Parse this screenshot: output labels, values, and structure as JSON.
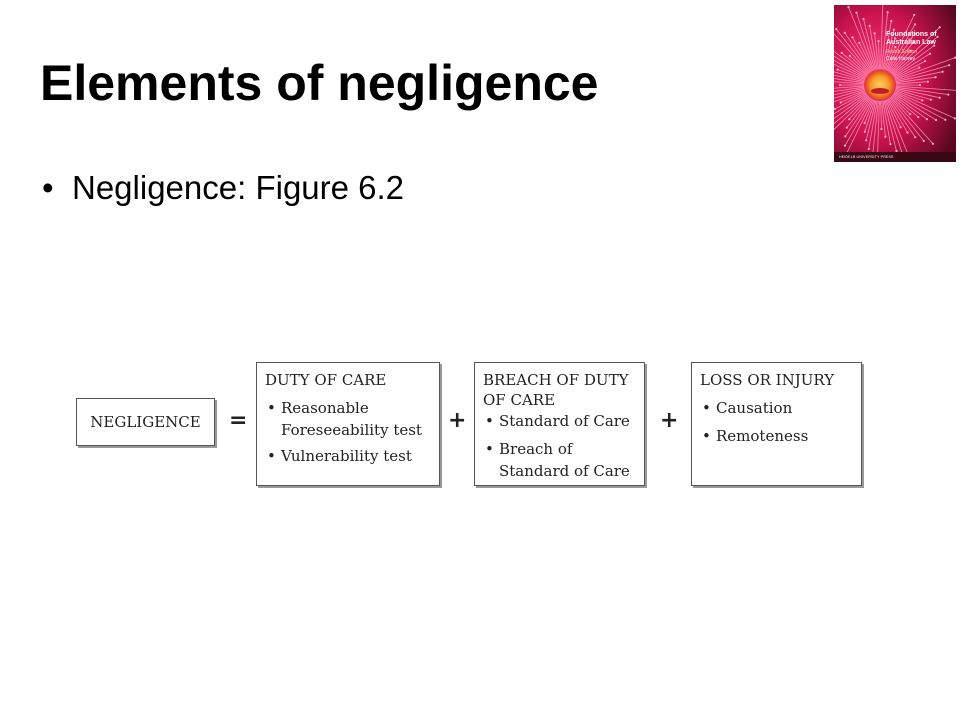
{
  "slide": {
    "title": "Elements of negligence",
    "bullet": "Negligence: Figure 6.2"
  },
  "book_cover": {
    "title_line1": "Foundations of",
    "title_line2": "Australian Law",
    "edition": "Fourth Edition",
    "author": "Catie Harvey",
    "publisher": "HEIDELB UNIVERSITY PRESS",
    "colors": {
      "background": "#b01448",
      "flower": "#e8185a",
      "center": "#f5a030"
    }
  },
  "diagram": {
    "negligence_label": "NEGLIGENCE",
    "equals": "=",
    "plus": "+",
    "duty": {
      "heading": "DUTY OF CARE",
      "items": [
        {
          "line1": "Reasonable",
          "line2": "Foreseeability test"
        },
        {
          "line1": "Vulnerability test"
        }
      ]
    },
    "breach": {
      "heading_line1": "BREACH OF DUTY",
      "heading_line2": "OF CARE",
      "items": [
        {
          "line1": "Standard of Care"
        },
        {
          "line1": "Breach of",
          "line2": "Standard of Care"
        }
      ]
    },
    "loss": {
      "heading": "LOSS OR INJURY",
      "items": [
        {
          "line1": "Causation"
        },
        {
          "line1": "Remoteness"
        }
      ]
    }
  }
}
